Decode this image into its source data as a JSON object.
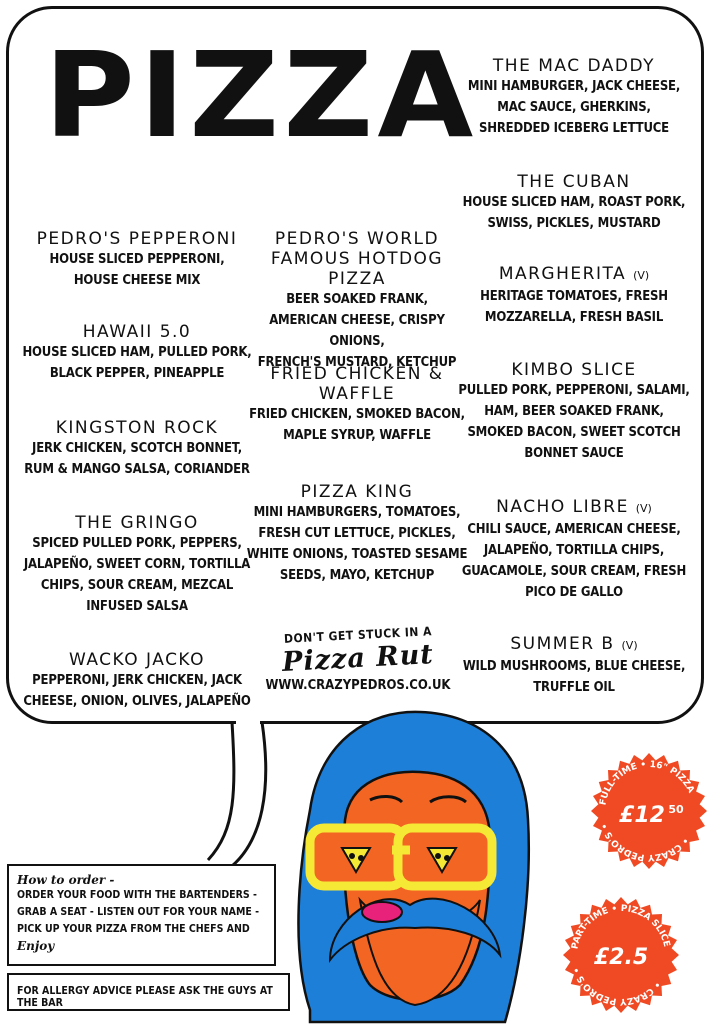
{
  "title": "PIZZA",
  "items": [
    {
      "name": "The Mac Daddy",
      "veg": "",
      "desc": [
        "Mini hamburger, Jack cheese,",
        "Mac sauce, gherkins,",
        "shredded iceberg lettuce"
      ]
    },
    {
      "name": "The Cuban",
      "veg": "",
      "desc": [
        "House sliced ham, roast pork,",
        "Swiss, pickles, mustard"
      ]
    },
    {
      "name": "Pedro's Pepperoni",
      "veg": "",
      "desc": [
        "House sliced pepperoni,",
        "house cheese mix"
      ]
    },
    {
      "name": "Pedro's World Famous Hotdog Pizza",
      "veg": "",
      "desc": [
        "Beer soaked frank,",
        "American cheese, crispy onions,",
        "French's mustard, ketchup"
      ]
    },
    {
      "name": "Margherita",
      "veg": "(V)",
      "desc": [
        "Heritage tomatoes, fresh",
        "mozzarella, fresh basil"
      ]
    },
    {
      "name": "Hawaii 5.0",
      "veg": "",
      "desc": [
        "House sliced ham, pulled pork,",
        "black pepper, pineapple"
      ]
    },
    {
      "name": "Fried Chicken & Waffle",
      "veg": "",
      "desc": [
        "Fried chicken, smoked bacon,",
        "maple syrup, waffle"
      ]
    },
    {
      "name": "Kimbo Slice",
      "veg": "",
      "desc": [
        "Pulled pork, pepperoni, salami,",
        "ham, beer soaked frank,",
        "smoked bacon, sweet scotch",
        "bonnet sauce"
      ]
    },
    {
      "name": "Kingston Rock",
      "veg": "",
      "desc": [
        "Jerk chicken, scotch bonnet,",
        "rum & mango salsa, coriander"
      ]
    },
    {
      "name": "Pizza King",
      "veg": "",
      "desc": [
        "Mini hamburgers, tomatoes,",
        "fresh cut lettuce, pickles,",
        "white onions, toasted sesame",
        "seeds, mayo, ketchup"
      ]
    },
    {
      "name": "Nacho Libre",
      "veg": "(V)",
      "desc": [
        "Chili sauce, American cheese,",
        "jalapeño, tortilla chips,",
        "guacamole, sour cream, fresh",
        "pico de gallo"
      ]
    },
    {
      "name": "The Gringo",
      "veg": "",
      "desc": [
        "Spiced pulled pork, peppers,",
        "jalapeño, sweet corn, tortilla",
        "chips, sour cream, mezcal",
        "infused salsa"
      ]
    },
    {
      "name": "Summer B",
      "veg": "(V)",
      "desc": [
        "Wild mushrooms, blue cheese,",
        "truffle oil"
      ]
    },
    {
      "name": "Wacko Jacko",
      "veg": "",
      "desc": [
        "Pepperoni, jerk chicken, Jack",
        "cheese, onion, olives, jalapeño"
      ]
    }
  ],
  "promo": {
    "lead": "DON'T GET STUCK IN A",
    "logo": "Pizza Rut",
    "website": "WWW.CRAZYPEDROS.CO.UK"
  },
  "how_to": {
    "heading": "How to order -",
    "text": "ORDER YOUR FOOD WITH THE BARTENDERS - GRAB A SEAT - LISTEN OUT FOR YOUR NAME - PICK UP YOUR PIZZA FROM THE CHEFS AND",
    "enjoy": "Enjoy"
  },
  "allergy": "FOR ALLERGY ADVICE PLEASE ASK THE GUYS AT THE BAR",
  "badges": [
    {
      "top": "FULL-TIME • 16\" PIZZA",
      "bottom": "• CRAZY PEDRO'S •",
      "price": "£12",
      "cents": "50"
    },
    {
      "top": "PART-TIME • PIZZA SLICE",
      "bottom": "• CRAZY PEDRO'S •",
      "price": "£2.5",
      "cents": ""
    }
  ],
  "colors": {
    "badge": "#ef4a23",
    "face_blue": "#1e7fd8",
    "face_orange": "#f26522",
    "glasses": "#f5e936",
    "tongue": "#e8217a",
    "ink": "#111111"
  }
}
